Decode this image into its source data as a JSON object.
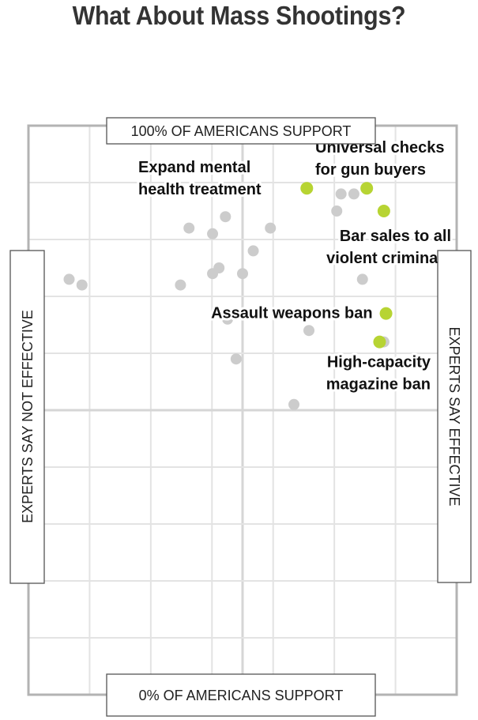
{
  "title": "What About Mass Shootings?",
  "chart_data": {
    "type": "scatter",
    "title": "What About Mass Shootings?",
    "xlabel_left": "EXPERTS SAY NOT EFFECTIVE",
    "xlabel_right": "EXPERTS SAY EFFECTIVE",
    "ylabel_top": "100% OF AMERICANS SUPPORT",
    "ylabel_bottom": "0% OF AMERICANS SUPPORT",
    "xlim": [
      -1,
      1
    ],
    "ylim": [
      0,
      100
    ],
    "x_meaning": "expert-rated effectiveness (not effective to effective)",
    "y_meaning": "percent of Americans who support",
    "grid": true,
    "colors": {
      "highlight": "#b7d433",
      "other": "#cccccc",
      "grid": "#e3e3e3",
      "frame": "#b3b3b3",
      "midline": "#d6d6d6"
    },
    "highlighted": [
      {
        "name": "Expand mental health treatment",
        "lines": [
          "Expand mental",
          "health treatment"
        ],
        "x": 0.3,
        "y": 89,
        "label_side": "left"
      },
      {
        "name": "Universal checks for gun buyers",
        "lines": [
          "Universal checks",
          "for gun buyers"
        ],
        "x": 0.58,
        "y": 89,
        "label_side": "above"
      },
      {
        "name": "Bar sales to all violent criminals",
        "lines": [
          "Bar sales to all",
          "violent criminals"
        ],
        "x": 0.66,
        "y": 85,
        "label_side": "below"
      },
      {
        "name": "Assault weapons ban",
        "lines": [
          "Assault weapons ban"
        ],
        "x": 0.67,
        "y": 67,
        "label_side": "left"
      },
      {
        "name": "High-capacity magazine ban",
        "lines": [
          "High-capacity",
          "magazine ban"
        ],
        "x": 0.64,
        "y": 62,
        "label_side": "below"
      }
    ],
    "other_points": [
      {
        "x": -0.81,
        "y": 73
      },
      {
        "x": -0.75,
        "y": 72
      },
      {
        "x": -0.25,
        "y": 82
      },
      {
        "x": -0.29,
        "y": 72
      },
      {
        "x": -0.08,
        "y": 84
      },
      {
        "x": -0.14,
        "y": 81
      },
      {
        "x": 0.13,
        "y": 82
      },
      {
        "x": 0.05,
        "y": 78
      },
      {
        "x": -0.11,
        "y": 75
      },
      {
        "x": -0.14,
        "y": 74
      },
      {
        "x": 0.0,
        "y": 74
      },
      {
        "x": 0.46,
        "y": 88
      },
      {
        "x": 0.52,
        "y": 88
      },
      {
        "x": 0.44,
        "y": 85
      },
      {
        "x": 0.56,
        "y": 73
      },
      {
        "x": 0.31,
        "y": 64
      },
      {
        "x": -0.03,
        "y": 59
      },
      {
        "x": 0.24,
        "y": 51
      },
      {
        "x": -0.07,
        "y": 66
      },
      {
        "x": 0.66,
        "y": 62
      }
    ]
  }
}
